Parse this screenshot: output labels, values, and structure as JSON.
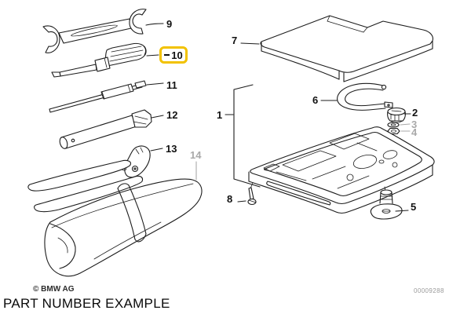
{
  "canvas": {
    "background": "#ffffff",
    "line_color": "#1c1c1c",
    "muted_label_color": "#a9a9a9",
    "highlight_border_color": "#f2c200"
  },
  "part_labels": [
    {
      "label": "9",
      "style": "normal"
    },
    {
      "label": "10",
      "style": "highlighted"
    },
    {
      "label": "11",
      "style": "normal"
    },
    {
      "label": "12",
      "style": "normal"
    },
    {
      "label": "13",
      "style": "normal"
    },
    {
      "label": "14",
      "style": "muted"
    },
    {
      "label": "7",
      "style": "normal"
    },
    {
      "label": "1",
      "style": "normal"
    },
    {
      "label": "6",
      "style": "normal"
    },
    {
      "label": "2",
      "style": "normal"
    },
    {
      "label": "3",
      "style": "muted"
    },
    {
      "label": "4",
      "style": "muted"
    },
    {
      "label": "8",
      "style": "normal"
    },
    {
      "label": "5",
      "style": "normal"
    }
  ],
  "illustrations": {
    "left_column": [
      "open-end-wrench",
      "screwdriver",
      "extension-rod",
      "spark-plug-socket",
      "water-pump-pliers",
      "tool-bag"
    ],
    "right_column": [
      "foam-pad",
      "assembly-bracket",
      "retaining-clip",
      "knob",
      "washer",
      "lock-nut",
      "tool-tray",
      "screw",
      "wing-fastener"
    ]
  },
  "footer": {
    "copyright": "© BMW AG",
    "diagram_number": "00009288",
    "caption": "PART NUMBER EXAMPLE"
  }
}
